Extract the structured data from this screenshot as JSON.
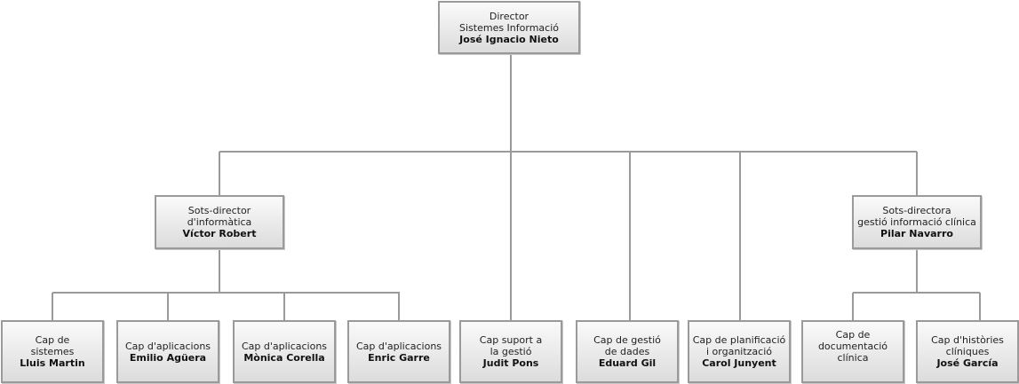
{
  "director": {
    "title": [
      "Director",
      "Sistemes Informació"
    ],
    "name": "José Ignacio Nieto"
  },
  "subdirectors": [
    {
      "title": [
        "Sots-director",
        "d'informàtica"
      ],
      "name": "Víctor Robert"
    },
    {
      "title": [
        "Sots-directora",
        "gestió informació clínica"
      ],
      "name": "Pilar Navarro"
    }
  ],
  "units": [
    {
      "title": [
        "Cap de",
        "sistemes"
      ],
      "name": "Lluis Martin"
    },
    {
      "title": [
        "Cap d'aplicacions"
      ],
      "name": "Emilio Agüera"
    },
    {
      "title": [
        "Cap d'aplicacions"
      ],
      "name": "Mònica Corella"
    },
    {
      "title": [
        "Cap d'aplicacions"
      ],
      "name": "Enric Garre"
    },
    {
      "title": [
        "Cap suport a",
        "la gestió"
      ],
      "name": "Judit Pons"
    },
    {
      "title": [
        "Cap de gestió",
        "de dades"
      ],
      "name": "Eduard Gil"
    },
    {
      "title": [
        "Cap de planificació",
        "i organització"
      ],
      "name": "Carol Junyent"
    },
    {
      "title": [
        "Cap de",
        "documentació",
        "clínica"
      ],
      "name": ""
    },
    {
      "title": [
        "Cap d'històries",
        "clíniques"
      ],
      "name": "José García"
    }
  ],
  "colors": {
    "line": "#9a9a9a",
    "border": "#9a9a9a"
  }
}
